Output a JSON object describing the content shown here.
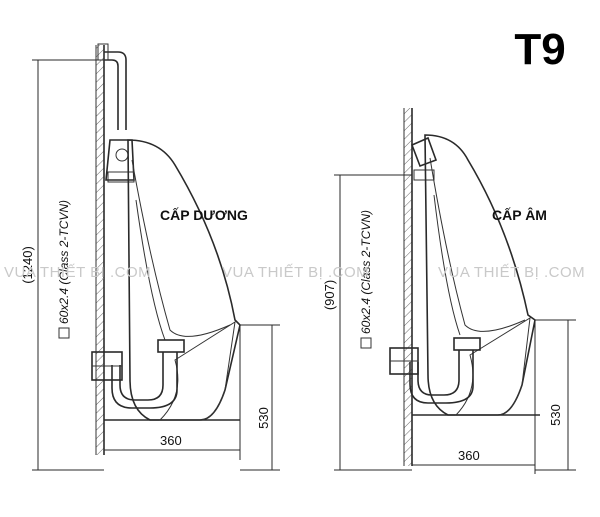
{
  "title": "T9",
  "watermark": "VUA THIẾT BỊ .COM",
  "diagrams": [
    {
      "label": "CẤP DƯƠNG",
      "height_dim": "(1240)",
      "pipe_spec": "60x2.4 (Class 2-TCVN)",
      "depth_dim": "360",
      "outlet_height_dim": "530"
    },
    {
      "label": "CẤP ÂM",
      "height_dim": "(907)",
      "pipe_spec": "60x2.4 (Class 2-TCVN)",
      "depth_dim": "360",
      "outlet_height_dim": "530"
    }
  ]
}
